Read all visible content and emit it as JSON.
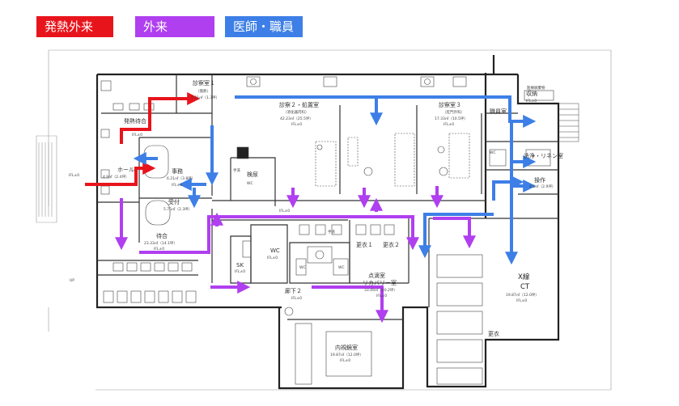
{
  "legend": {
    "fever": {
      "label": "発熱外来",
      "color": "#e8141c"
    },
    "outpatient": {
      "label": "外来",
      "color": "#b03ff0"
    },
    "staff": {
      "label": "医師・職員",
      "color": "#3d7fe6"
    }
  },
  "rooms": {
    "exam1": "診察室１",
    "exam1_sub": "（発熱）",
    "exam1_area": "4.21㎡（1.3坪）",
    "fever_wait": "発熱待合",
    "fever_wait_area": "IFL±0",
    "hall": "ホール",
    "hall_area": "4.9㎡（2.4坪）",
    "office": "事務",
    "office_area": "6.21㎡（3.8坪）",
    "office_fl": "IFL±0",
    "reception": "受付",
    "reception_area": "5.75㎡（2.3坪）",
    "waiting": "待合",
    "waiting_area": "23.33㎡（14.1坪）",
    "waiting_fl": "IFL±0",
    "inspect": "検尿",
    "wc": "WC",
    "exam2": "診察２・処置室",
    "exam2_sub": "（消化器内科）",
    "exam2_area": "42.23㎡（25.5坪）",
    "exam2_fl": "IFL±0",
    "exam3": "診察室３",
    "exam3_sub": "（肛門外科）",
    "exam3_area": "17.33㎡（10.5坪）",
    "exam3_fl": "IFL±0",
    "staff_room": "職員室",
    "storage": "収納",
    "storage_fl": "IFL±0",
    "wash": "洗浄・リネン室",
    "operation": "操作",
    "operation_area": "4.5㎡（2.9坪）",
    "infusion": "点滴室",
    "recovery": "リカバリー室",
    "infusion_area": "33.49㎡（20.2坪）",
    "infusion_fl": "IFL±0",
    "change1": "更衣１",
    "change2": "更衣２",
    "change3": "更衣",
    "xray": "X線",
    "ct": "CT",
    "xray_area": "19.87㎡（12.0坪）",
    "xray_fl": "IFL±0",
    "corridor2": "廊下２",
    "corridor2_fl": "IFL±0",
    "endoscopy": "内視鏡室",
    "endoscopy_area": "19.87㎡（12.0坪）",
    "endoscopy_fl": "IFL±0",
    "sk": "SK",
    "sk_fl": "IFL±0",
    "wc2": "WC",
    "wc2_fl": "IFL±0",
    "ifl": "IFL±0",
    "up": "UP",
    "sink": "手洗",
    "medical_waste": "医療廃棄物"
  }
}
